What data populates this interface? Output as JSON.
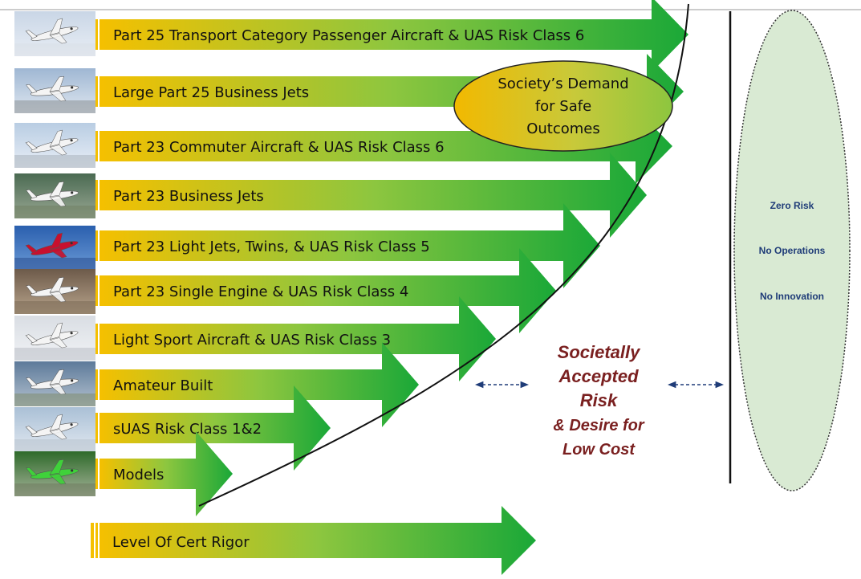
{
  "rows": [
    {
      "label": "Part 25 Transport Category Passenger Aircraft & UAS Risk Class 6",
      "image": "airliner-photo"
    },
    {
      "label": "Large Part 25 Business Jets",
      "image": "business-jet-photo"
    },
    {
      "label": "Part 23 Commuter Aircraft & UAS Risk Class 6",
      "image": "commuter-turboprop-photo"
    },
    {
      "label": "Part 23 Business Jets",
      "image": "light-business-jet-photo"
    },
    {
      "label": "Part 23 Light Jets, Twins, & UAS Risk Class 5",
      "image": "very-light-jet-photo"
    },
    {
      "label": "Part 23 Single Engine & UAS Risk Class 4",
      "image": "single-engine-cessna-photo"
    },
    {
      "label": "Light Sport Aircraft & UAS Risk Class 3",
      "image": "light-sport-aircraft-photo"
    },
    {
      "label": "Amateur Built",
      "image": "amateur-built-aircraft-photo"
    },
    {
      "label": "sUAS Risk Class 1&2",
      "image": "small-uas-photo"
    },
    {
      "label": "Models",
      "image": "model-aircraft-photo"
    }
  ],
  "society_demand": {
    "lines": [
      "Society’s Demand",
      "for Safe",
      "Outcomes"
    ]
  },
  "societally_accepted": {
    "title_lines": [
      "Societally",
      "Accepted",
      "Risk"
    ],
    "sub_lines": [
      "& Desire for",
      "Low Cost"
    ]
  },
  "zero_risk": {
    "items": [
      "Zero Risk",
      "No Operations",
      "No Innovation"
    ]
  },
  "bottom_arrow": {
    "label": "Level Of Cert Rigor"
  },
  "colors": {
    "arrow_start": "#f5c000",
    "arrow_mid": "#8dc63f",
    "arrow_end": "#1aa838",
    "ellipse_fill": "#d9ead3",
    "societally_text": "#7a2020",
    "zero_risk_text": "#1f3c78"
  }
}
